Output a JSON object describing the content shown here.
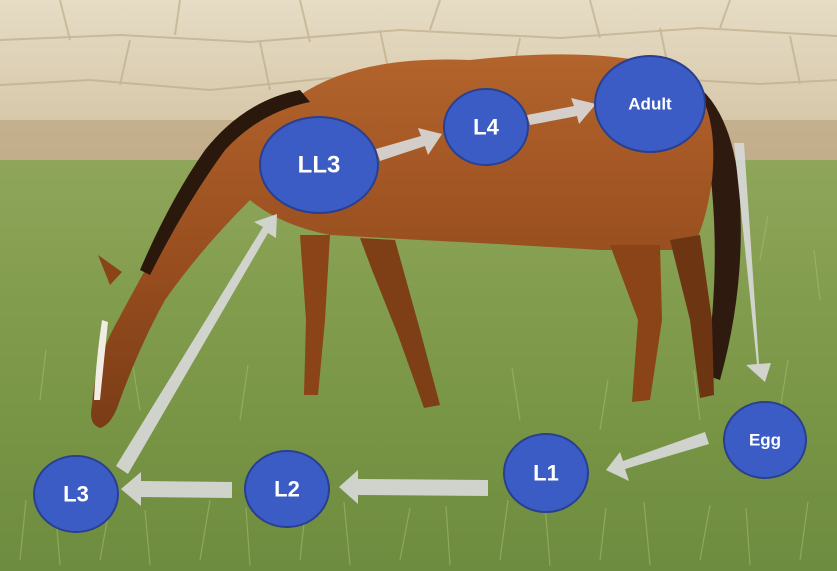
{
  "diagram": {
    "background": "horse-grazing-photo",
    "nodes": {
      "egg": "Egg",
      "l1": "L1",
      "l2": "L2",
      "l3": "L3",
      "ll3": "LL3",
      "l4": "L4",
      "adult": "Adult"
    },
    "cycle_order": [
      "Adult",
      "Egg",
      "L1",
      "L2",
      "L3",
      "LL3",
      "L4"
    ]
  },
  "colors": {
    "node_fill": "#3B5CC4",
    "node_stroke": "#2A3F8F",
    "node_text": "#ffffff",
    "arrow": "#D8D8D8",
    "grass": "#7E9A4C",
    "wall": "#D9CBB0",
    "horse_coat": "#9A4E1F"
  }
}
